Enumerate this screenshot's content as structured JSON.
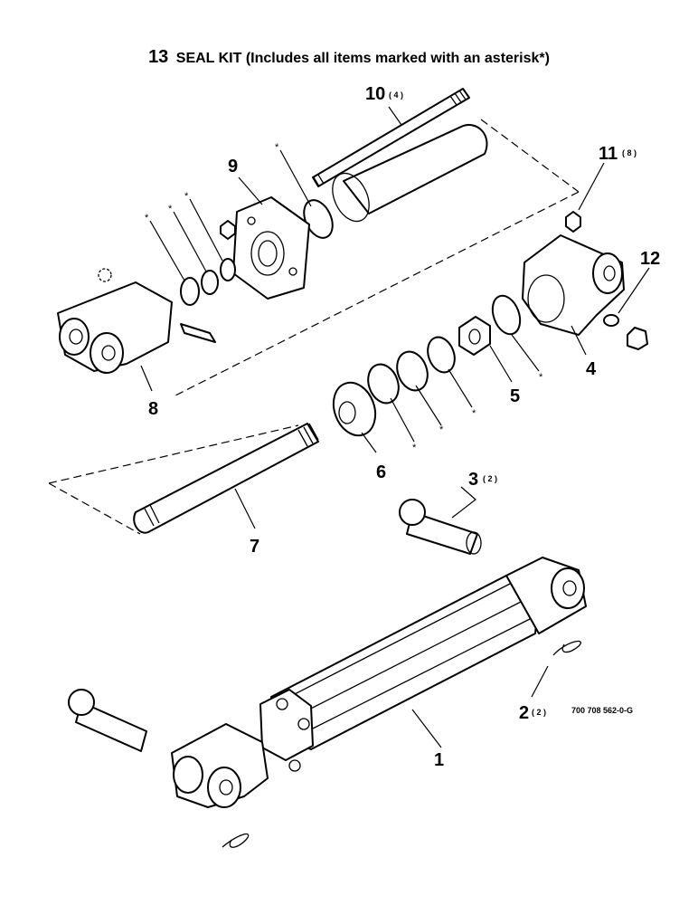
{
  "kit": {
    "number": "13",
    "text": "SEAL KIT (Includes all items marked with an asterisk*)"
  },
  "callouts": {
    "c1": "1",
    "c2": "2",
    "c2_qty": "( 2 )",
    "c3": "3",
    "c3_qty": "( 2 )",
    "c4": "4",
    "c5": "5",
    "c6": "6",
    "c7": "7",
    "c8": "8",
    "c9": "9",
    "c10": "10",
    "c10_qty": "( 4 )",
    "c11": "11",
    "c11_qty": "( 8 )",
    "c12": "12"
  },
  "asterisk": "*",
  "drawing_code": "700 708 562-0-G"
}
